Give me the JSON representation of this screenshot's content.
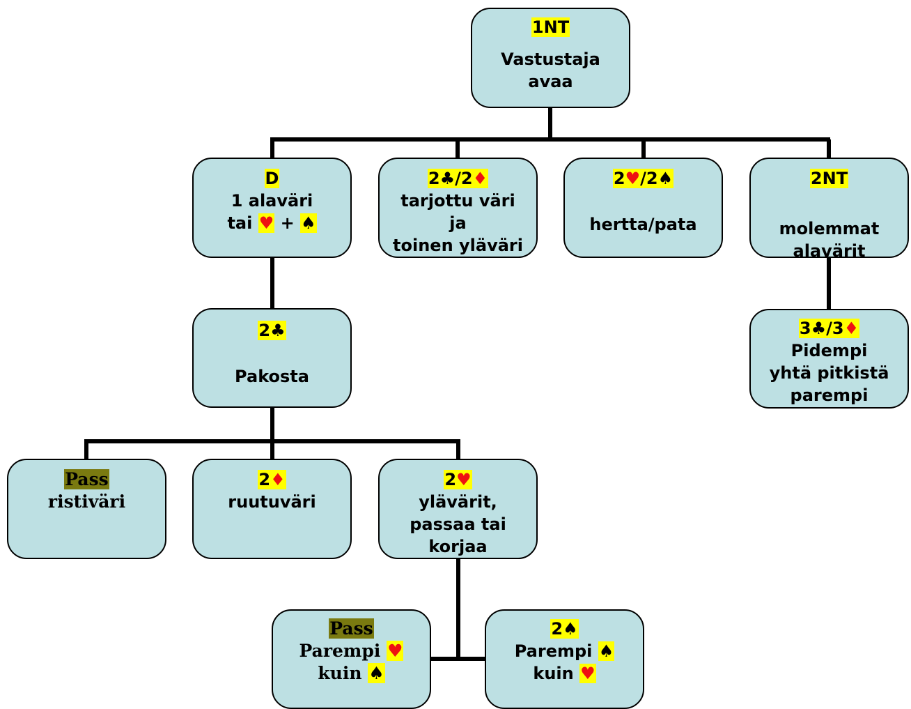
{
  "symbols": {
    "club": "♣",
    "diamond": "♦",
    "heart": "♥",
    "spade": "♠",
    "slash": "/",
    "plus": "+"
  },
  "nodes": {
    "root": {
      "bid": "1NT",
      "lines": [
        "Vastustaja",
        "avaa"
      ]
    },
    "double": {
      "bid": "D",
      "line1": "1 alaväri",
      "tai": "tai"
    },
    "cd": {
      "bid_a": "2",
      "bid_b": "2",
      "lines": [
        "tarjottu väri",
        "ja",
        "toinen yläväri"
      ]
    },
    "hs": {
      "bid_a": "2",
      "bid_b": "2",
      "lines": [
        "hertta/pata"
      ]
    },
    "nt2": {
      "bid": "2NT",
      "lines": [
        "molemmat",
        "alavärit"
      ]
    },
    "c2": {
      "bid": "2",
      "lines": [
        "Pakosta"
      ]
    },
    "c3d3": {
      "bid_a": "3",
      "bid_b": "3",
      "lines": [
        "Pidempi",
        "yhtä pitkistä",
        "parempi"
      ]
    },
    "pass1": {
      "bid": "Pass",
      "lines": [
        "ristiväri"
      ]
    },
    "d2": {
      "bid": "2",
      "lines": [
        "ruutuväri"
      ]
    },
    "h2": {
      "bid": "2",
      "lines": [
        "ylävärit,",
        "passaa tai",
        "korjaa"
      ]
    },
    "pass2": {
      "bid": "Pass",
      "word1": "Parempi",
      "word2": "kuin"
    },
    "s2": {
      "bid": "2",
      "word1": "Parempi",
      "word2": "kuin"
    }
  }
}
